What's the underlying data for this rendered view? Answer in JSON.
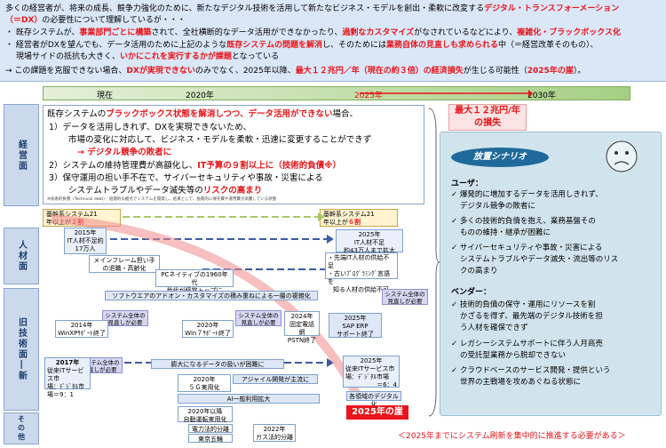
{
  "header": {
    "line1_a": "多くの経営者が、将来の成長、競争力強化のために、新たなデジタル技術を活用して新たなビジネス・モデルを創出・柔軟に改変する",
    "line1_dx": "デジタル・トランスフォーメーション",
    "line2_dx": "（＝DX）",
    "line2_b": "の必要性について理解しているが・・・",
    "b1_a": "・ 既存システムが、",
    "b1_red1": "事業部門ごとに構築",
    "b1_b": "されて、全社横断的なデータ活用ができなかったり、",
    "b1_red2": "過剰なカスタマイズ",
    "b1_c": "がなされているなどにより、",
    "b1_red3": "複雑化・ブラックボックス化",
    "b2_a": "・ 経営者がDXを望んでも、データ活用のために上記のような",
    "b2_red1": "既存システムの問題を解消",
    "b2_b": "し、そのためには",
    "b2_red2": "業務自体の見直しも求められる",
    "b2_c": "中（＝経営改革そのもの）、",
    "b3_a": "現場サイドの抵抗も大きく、",
    "b3_red": "いかにこれを実行するかが課題",
    "b3_b": "となっている",
    "b4_a": "→ この課題を克服できない場合、",
    "b4_red1": "DXが実現できない",
    "b4_b": "のみでなく、2025年以降、",
    "b4_red2": "最大１２兆円／年（現在の約３倍）の経済損失",
    "b4_c": "が生じる可能性（",
    "b4_red3": "2025年の崖",
    "b4_d": "）。"
  },
  "timeline": {
    "now": "現在",
    "y2020": "2020年",
    "y2025": "2025年",
    "y2030": "2030年"
  },
  "rows": {
    "keiei": "経営面",
    "jinzai": "人材面",
    "gijutsu": "旧技術面―新",
    "other": "その他"
  },
  "management": {
    "l1": "既存システムの",
    "l1_red": "ブラックボックス状態を解消しつつ、データ活用ができない",
    "l1_b": "場合、",
    "l2": "1）データを活用しきれず、DXを実現できないため、",
    "l3": "市場の変化に対応して、ビジネス・モデルを柔軟・迅速に変更することができず",
    "l4": "→ デジタル競争の敗者に",
    "l5": "2）システムの維持管理費が高額化し、",
    "l5_red": "IT予算の９割以上に（技術的負債※）",
    "l6": "3）保守運用の担い手不在で、サイバーセキュリティや事故・災害による",
    "l7": "システムトラブルやデータ滅失等の",
    "l7_red": "リスクの高まり",
    "note": "※技術的負債（Technical debt）：短期的な観点でシステムを開発し、結果として、長期的に保守費や運用費が高騰している状態"
  },
  "loss": {
    "line1": "最大１２兆円/年",
    "line2": "の損失"
  },
  "hrbars": {
    "left_title": "基幹系システム21",
    "left_sub": "年以上が",
    "left_val": "２割",
    "right_title": "基幹系システム21",
    "right_sub": "年以上が",
    "right_val": "６割"
  },
  "jinzai": {
    "y2015": "2015年",
    "y2015_b": "IT人材不足約",
    "y2015_c": "17万人",
    "y2025": "2025年",
    "y2025_b": "IT人材不足",
    "y2025_c": "約43万人まで拡大",
    "mainframe": "メインフレーム担い手",
    "mainframe2": "の退職・高齢化",
    "pc": "PCネイティブの1960年代",
    "pc2": "世代が経営トップに",
    "advanced": "・先端IT人材の供給不足",
    "old": "・古いﾌﾟﾛｸﾞﾗﾐﾝｸﾞ言語を",
    "old2": "知る人材の供給不可"
  },
  "tech": {
    "addon": "ソフトウエアのアドオン・カスタマイズの積み重ねによる一層の複雑化",
    "sys_note": "システム全体の見直しが必要",
    "w2014": "2014年",
    "w2014b": "WinXPｻﾎﾟｰﾄ終了",
    "w2020": "2020年",
    "w2020b": "Win７ｻﾎﾟｰﾄ終了",
    "pstn": "2024年",
    "pstn_b": "固定電話網",
    "pstn_c": "PSTN終了",
    "sap": "2025年",
    "sap_b": "SAP ERP",
    "sap_c": "サポート終了",
    "y2017": "2017年",
    "y2017b": "従来ITサービス市",
    "y2017c": "場：ﾃﾞｼﾞﾀﾙ市",
    "y2017d": "場＝9：1",
    "data": "膨大になるデータの扱いが困難に",
    "y2025m": "2025年",
    "y2025mb": "従来ITサービス市",
    "y2025mc": "場：ﾃﾞｼﾞﾀﾙ市場",
    "y2025md": "＝6：4",
    "g5": "2020年",
    "g5b": "５Ｇ実用化",
    "agile": "アジャイル開発が主流に",
    "ai": "AI一般利用拡大",
    "digital": "各領域のデジタル化"
  },
  "other": {
    "drive": "2020年以降",
    "drive_b": "自動運転実用化",
    "power": "電力法的分離",
    "tokyo": "東京五輪",
    "gas": "2022年",
    "gas_b": "ガス法的分離"
  },
  "cliff": "2025年の崖",
  "footer": "＜2025年までにシステム刷新を集中的に推進する必要がある＞",
  "scenario": {
    "title": "放置シナリオ",
    "user": "ユーザ：",
    "u1": "✓ 爆発的に増加するデータを活用しきれず、",
    "u1b": "デジタル競争の敗者に",
    "u2": "✓ 多くの技術的負債を抱え、業務基盤その",
    "u2b": "ものの維持・継承が困難に",
    "u3": "✓ サイバーセキュリティや事故・災害による",
    "u3b": "システムトラブルやデータ滅失・流出等のリス",
    "u3c": "クの高まり",
    "vendor": "ベンダー：",
    "v1": "✓ 技術的負債の保守・運用にリソースを割",
    "v1b": "かざるを得ず、最先端のデジタル技術を担",
    "v1c": "う人材を確保できず",
    "v2": "✓ レガシーシステムサポートに伴う人月商売",
    "v2b": "の受託型業務から脱却できない",
    "v3": "✓ クラウドベースのサービス開発・提供という",
    "v3b": "世界の主戦場を攻めあぐねる状態に"
  }
}
